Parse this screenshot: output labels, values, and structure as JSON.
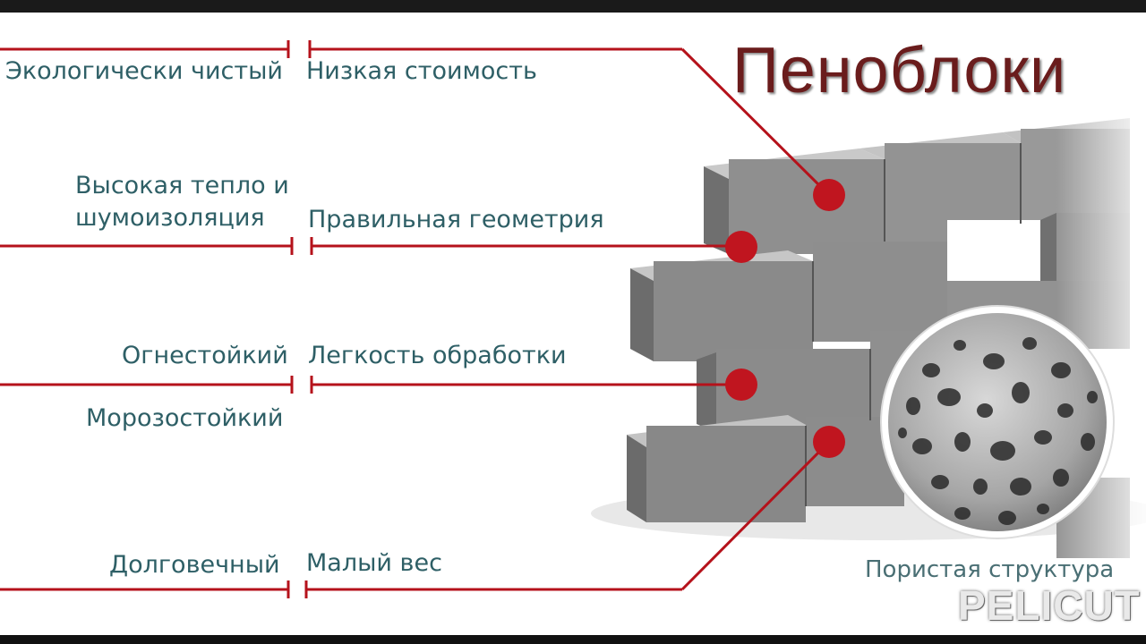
{
  "title": "Пеноблоки",
  "left_labels": {
    "ecological": "Экологически чистый",
    "insulation_line1": "Высокая тепло и",
    "insulation_line2": "шумоизоляция",
    "fireproof": "Огнестойкий",
    "frost": "Морозостойкий",
    "durable": "Долговечный"
  },
  "right_labels": {
    "low_cost": "Низкая стоимость",
    "geometry": "Правильная геометрия",
    "processing": "Легкость обработки",
    "weight": "Малый вес"
  },
  "caption": "Пористая структура",
  "watermark": "PELICUT",
  "colors": {
    "accent_red": "#c0151f",
    "line_red": "#b5121b",
    "text_teal": "#2e5f66",
    "title": "#6a1c1c",
    "block_gray": "#8c8c8c"
  }
}
